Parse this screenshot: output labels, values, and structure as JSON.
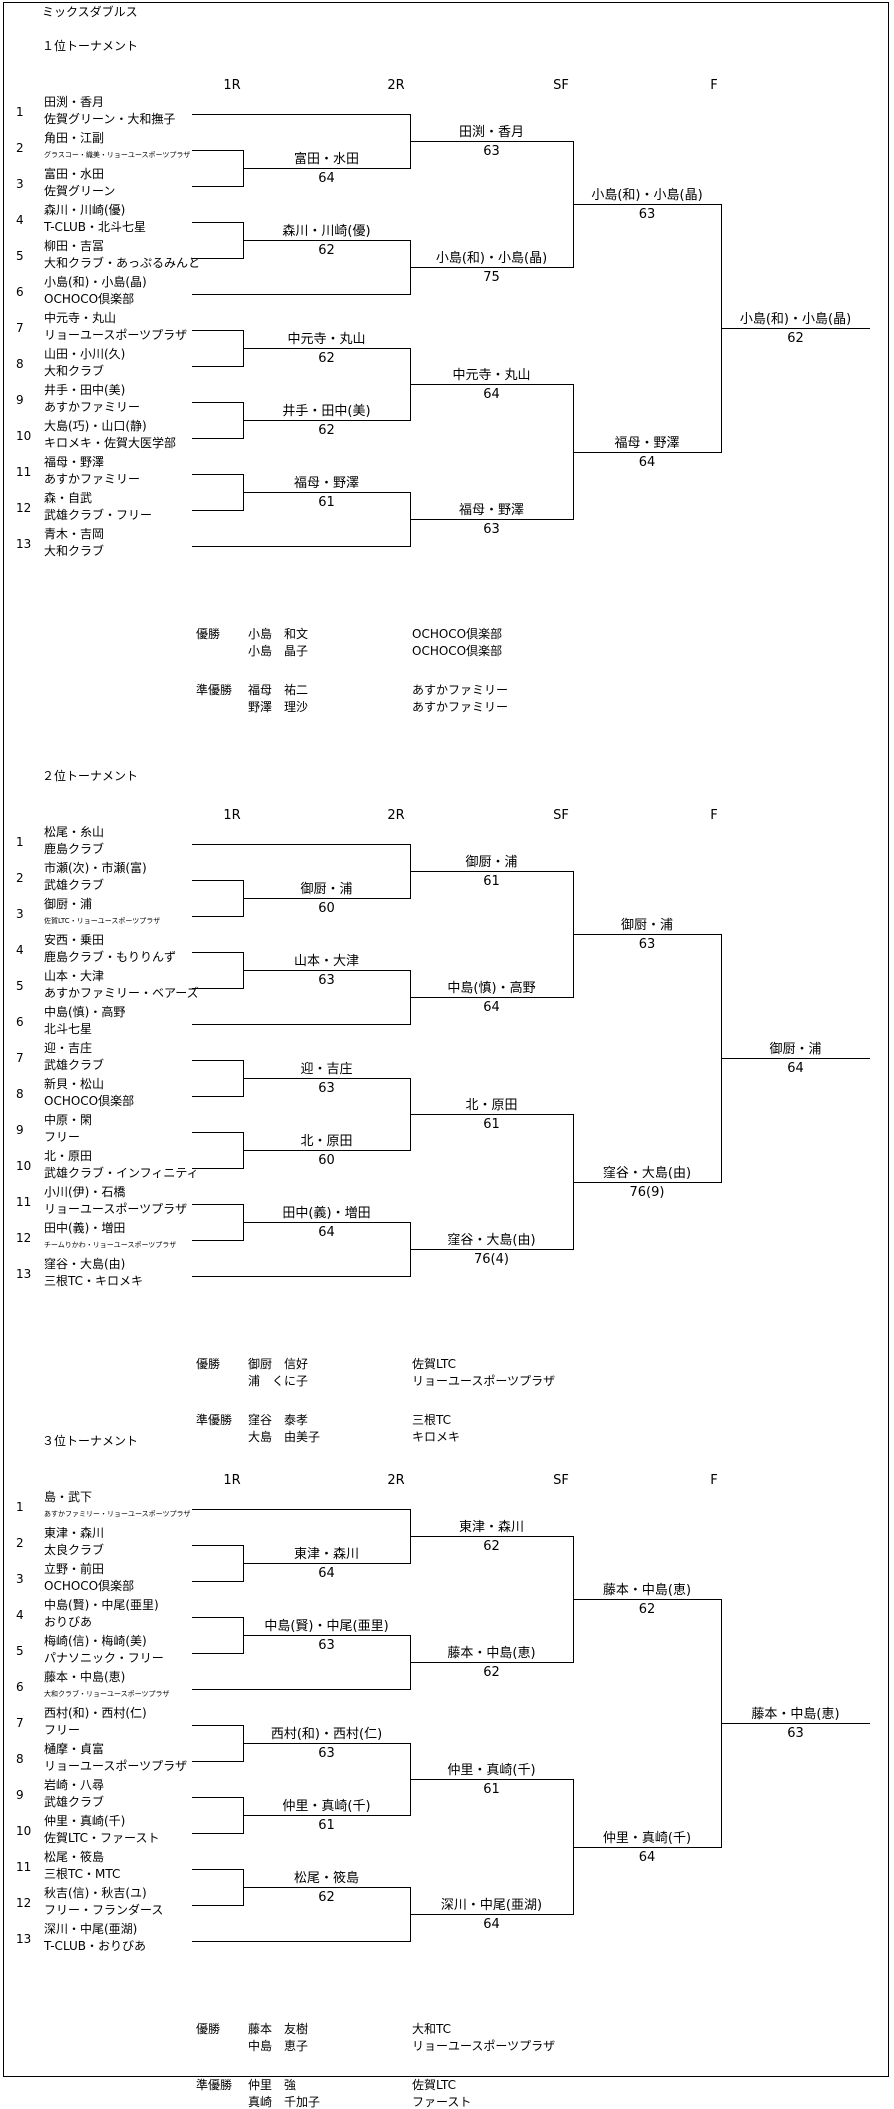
{
  "title": "ミックスダブルス",
  "tournaments": [
    {
      "heading": "１位トーナメント",
      "rounds": [
        "1R",
        "2R",
        "SF",
        "F"
      ],
      "entries": [
        {
          "num": "1",
          "lines": [
            "田渕・香月",
            "佐賀グリーン・大和撫子"
          ]
        },
        {
          "num": "2",
          "lines": [
            "角田・江副",
            "グラスコー・織美・リョーユースポーツプラザ"
          ]
        },
        {
          "num": "3",
          "lines": [
            "富田・水田",
            "佐賀グリーン"
          ]
        },
        {
          "num": "4",
          "lines": [
            "森川・川崎(優)",
            "T-CLUB・北斗七星"
          ]
        },
        {
          "num": "5",
          "lines": [
            "柳田・吉冨",
            "大和クラブ・あっぷるみんと"
          ]
        },
        {
          "num": "6",
          "lines": [
            "小島(和)・小島(晶)",
            "OCHOCO倶楽部"
          ]
        },
        {
          "num": "7",
          "lines": [
            "中元寺・丸山",
            "リョーユースポーツプラザ"
          ]
        },
        {
          "num": "8",
          "lines": [
            "山田・小川(久)",
            "大和クラブ"
          ]
        },
        {
          "num": "9",
          "lines": [
            "井手・田中(美)",
            "あすかファミリー"
          ]
        },
        {
          "num": "10",
          "lines": [
            "大島(巧)・山口(静)",
            "キロメキ・佐賀大医学部"
          ]
        },
        {
          "num": "11",
          "lines": [
            "福母・野澤",
            "あすかファミリー"
          ]
        },
        {
          "num": "12",
          "lines": [
            "森・自武",
            "武雄クラブ・フリー"
          ]
        },
        {
          "num": "13",
          "lines": [
            "青木・吉岡",
            "大和クラブ"
          ]
        }
      ],
      "results": [
        {
          "name": "富田・水田",
          "score": "64"
        },
        {
          "name": "森川・川崎(優)",
          "score": "62"
        },
        {
          "name": "中元寺・丸山",
          "score": "62"
        },
        {
          "name": "井手・田中(美)",
          "score": "62"
        },
        {
          "name": "福母・野澤",
          "score": "61"
        },
        {
          "name": "田渕・香月",
          "score": "63"
        },
        {
          "name": "小島(和)・小島(晶)",
          "score": "75"
        },
        {
          "name": "中元寺・丸山",
          "score": "64"
        },
        {
          "name": "福母・野澤",
          "score": "63"
        },
        {
          "name": "小島(和)・小島(晶)",
          "score": "63"
        },
        {
          "name": "福母・野澤",
          "score": "64"
        },
        {
          "name": "小島(和)・小島(晶)",
          "score": "62"
        }
      ],
      "awards": [
        {
          "label": "優勝",
          "players": [
            {
              "name": "小島　和文",
              "club": "OCHOCO倶楽部"
            },
            {
              "name": "小島　晶子",
              "club": "OCHOCO倶楽部"
            }
          ]
        },
        {
          "label": "準優勝",
          "players": [
            {
              "name": "福母　祐二",
              "club": "あすかファミリー"
            },
            {
              "name": "野澤　理沙",
              "club": "あすかファミリー"
            }
          ]
        }
      ]
    },
    {
      "heading": "２位トーナメント",
      "rounds": [
        "1R",
        "2R",
        "SF",
        "F"
      ],
      "entries": [
        {
          "num": "1",
          "lines": [
            "松尾・糸山",
            "鹿島クラブ"
          ]
        },
        {
          "num": "2",
          "lines": [
            "市瀬(次)・市瀬(富)",
            "武雄クラブ"
          ]
        },
        {
          "num": "3",
          "lines": [
            "御厨・浦",
            "佐賀LTC・リョーユースポーツプラザ"
          ]
        },
        {
          "num": "4",
          "lines": [
            "安西・乗田",
            "鹿島クラブ・もりりんず"
          ]
        },
        {
          "num": "5",
          "lines": [
            "山本・大津",
            "あすかファミリー・ベアーズ"
          ]
        },
        {
          "num": "6",
          "lines": [
            "中島(慎)・高野",
            "北斗七星"
          ]
        },
        {
          "num": "7",
          "lines": [
            "迎・吉庄",
            "武雄クラブ"
          ]
        },
        {
          "num": "8",
          "lines": [
            "新貝・松山",
            "OCHOCO倶楽部"
          ]
        },
        {
          "num": "9",
          "lines": [
            "中原・閑",
            "フリー"
          ]
        },
        {
          "num": "10",
          "lines": [
            "北・原田",
            "武雄クラブ・インフィニティ"
          ]
        },
        {
          "num": "11",
          "lines": [
            "小川(伊)・石橋",
            "リョーユースポーツプラザ"
          ]
        },
        {
          "num": "12",
          "lines": [
            "田中(義)・増田",
            "チームりかわ・リョーユースポーツプラザ"
          ]
        },
        {
          "num": "13",
          "lines": [
            "窪谷・大島(由)",
            "三根TC・キロメキ"
          ]
        }
      ],
      "results": [
        {
          "name": "御厨・浦",
          "score": "60"
        },
        {
          "name": "山本・大津",
          "score": "63"
        },
        {
          "name": "迎・吉庄",
          "score": "63"
        },
        {
          "name": "北・原田",
          "score": "60"
        },
        {
          "name": "田中(義)・増田",
          "score": "64"
        },
        {
          "name": "御厨・浦",
          "score": "61"
        },
        {
          "name": "中島(慎)・高野",
          "score": "64"
        },
        {
          "name": "北・原田",
          "score": "61"
        },
        {
          "name": "窪谷・大島(由)",
          "score": "76(4)"
        },
        {
          "name": "御厨・浦",
          "score": "63"
        },
        {
          "name": "窪谷・大島(由)",
          "score": "76(9)"
        },
        {
          "name": "御厨・浦",
          "score": "64"
        }
      ],
      "awards": [
        {
          "label": "優勝",
          "players": [
            {
              "name": "御厨　信好",
              "club": "佐賀LTC"
            },
            {
              "name": "浦　くに子",
              "club": "リョーユースポーツプラザ"
            }
          ]
        },
        {
          "label": "準優勝",
          "players": [
            {
              "name": "窪谷　泰孝",
              "club": "三根TC"
            },
            {
              "name": "大島　由美子",
              "club": "キロメキ"
            }
          ]
        }
      ]
    },
    {
      "heading": "３位トーナメント",
      "rounds": [
        "1R",
        "2R",
        "SF",
        "F"
      ],
      "entries": [
        {
          "num": "1",
          "lines": [
            "島・武下",
            "あすかファミリー・リョーユースポーツプラザ"
          ]
        },
        {
          "num": "2",
          "lines": [
            "東津・森川",
            "太良クラブ"
          ]
        },
        {
          "num": "3",
          "lines": [
            "立野・前田",
            "OCHOCO倶楽部"
          ]
        },
        {
          "num": "4",
          "lines": [
            "中島(賢)・中尾(亜里)",
            "おりびあ"
          ]
        },
        {
          "num": "5",
          "lines": [
            "梅崎(信)・梅崎(美)",
            "パナソニック・フリー"
          ]
        },
        {
          "num": "6",
          "lines": [
            "藤本・中島(恵)",
            "大和クラブ・リョーユースポーツプラザ"
          ]
        },
        {
          "num": "7",
          "lines": [
            "西村(和)・西村(仁)",
            "フリー"
          ]
        },
        {
          "num": "8",
          "lines": [
            "樋摩・貞富",
            "リョーユースポーツプラザ"
          ]
        },
        {
          "num": "9",
          "lines": [
            "岩崎・八尋",
            "武雄クラブ"
          ]
        },
        {
          "num": "10",
          "lines": [
            "仲里・真崎(千)",
            "佐賀LTC・ファースト"
          ]
        },
        {
          "num": "11",
          "lines": [
            "松尾・筱島",
            "三根TC・MTC"
          ]
        },
        {
          "num": "12",
          "lines": [
            "秋吉(信)・秋吉(ユ)",
            "フリー・フランダース"
          ]
        },
        {
          "num": "13",
          "lines": [
            "深川・中尾(亜湖)",
            "T-CLUB・おりびあ"
          ]
        }
      ],
      "results": [
        {
          "name": "東津・森川",
          "score": "64"
        },
        {
          "name": "中島(賢)・中尾(亜里)",
          "score": "63"
        },
        {
          "name": "西村(和)・西村(仁)",
          "score": "63"
        },
        {
          "name": "仲里・真崎(千)",
          "score": "61"
        },
        {
          "name": "松尾・筱島",
          "score": "62"
        },
        {
          "name": "東津・森川",
          "score": "62"
        },
        {
          "name": "藤本・中島(恵)",
          "score": "62"
        },
        {
          "name": "仲里・真崎(千)",
          "score": "61"
        },
        {
          "name": "深川・中尾(亜湖)",
          "score": "64"
        },
        {
          "name": "藤本・中島(恵)",
          "score": "62"
        },
        {
          "name": "仲里・真崎(千)",
          "score": "64"
        },
        {
          "name": "藤本・中島(恵)",
          "score": "63"
        }
      ],
      "awards": [
        {
          "label": "優勝",
          "players": [
            {
              "name": "藤本　友樹",
              "club": "大和TC"
            },
            {
              "name": "中島　恵子",
              "club": "リョーユースポーツプラザ"
            }
          ]
        },
        {
          "label": "準優勝",
          "players": [
            {
              "name": "仲里　強",
              "club": "佐賀LTC"
            },
            {
              "name": "真崎　千加子",
              "club": "ファースト"
            }
          ]
        }
      ]
    }
  ]
}
